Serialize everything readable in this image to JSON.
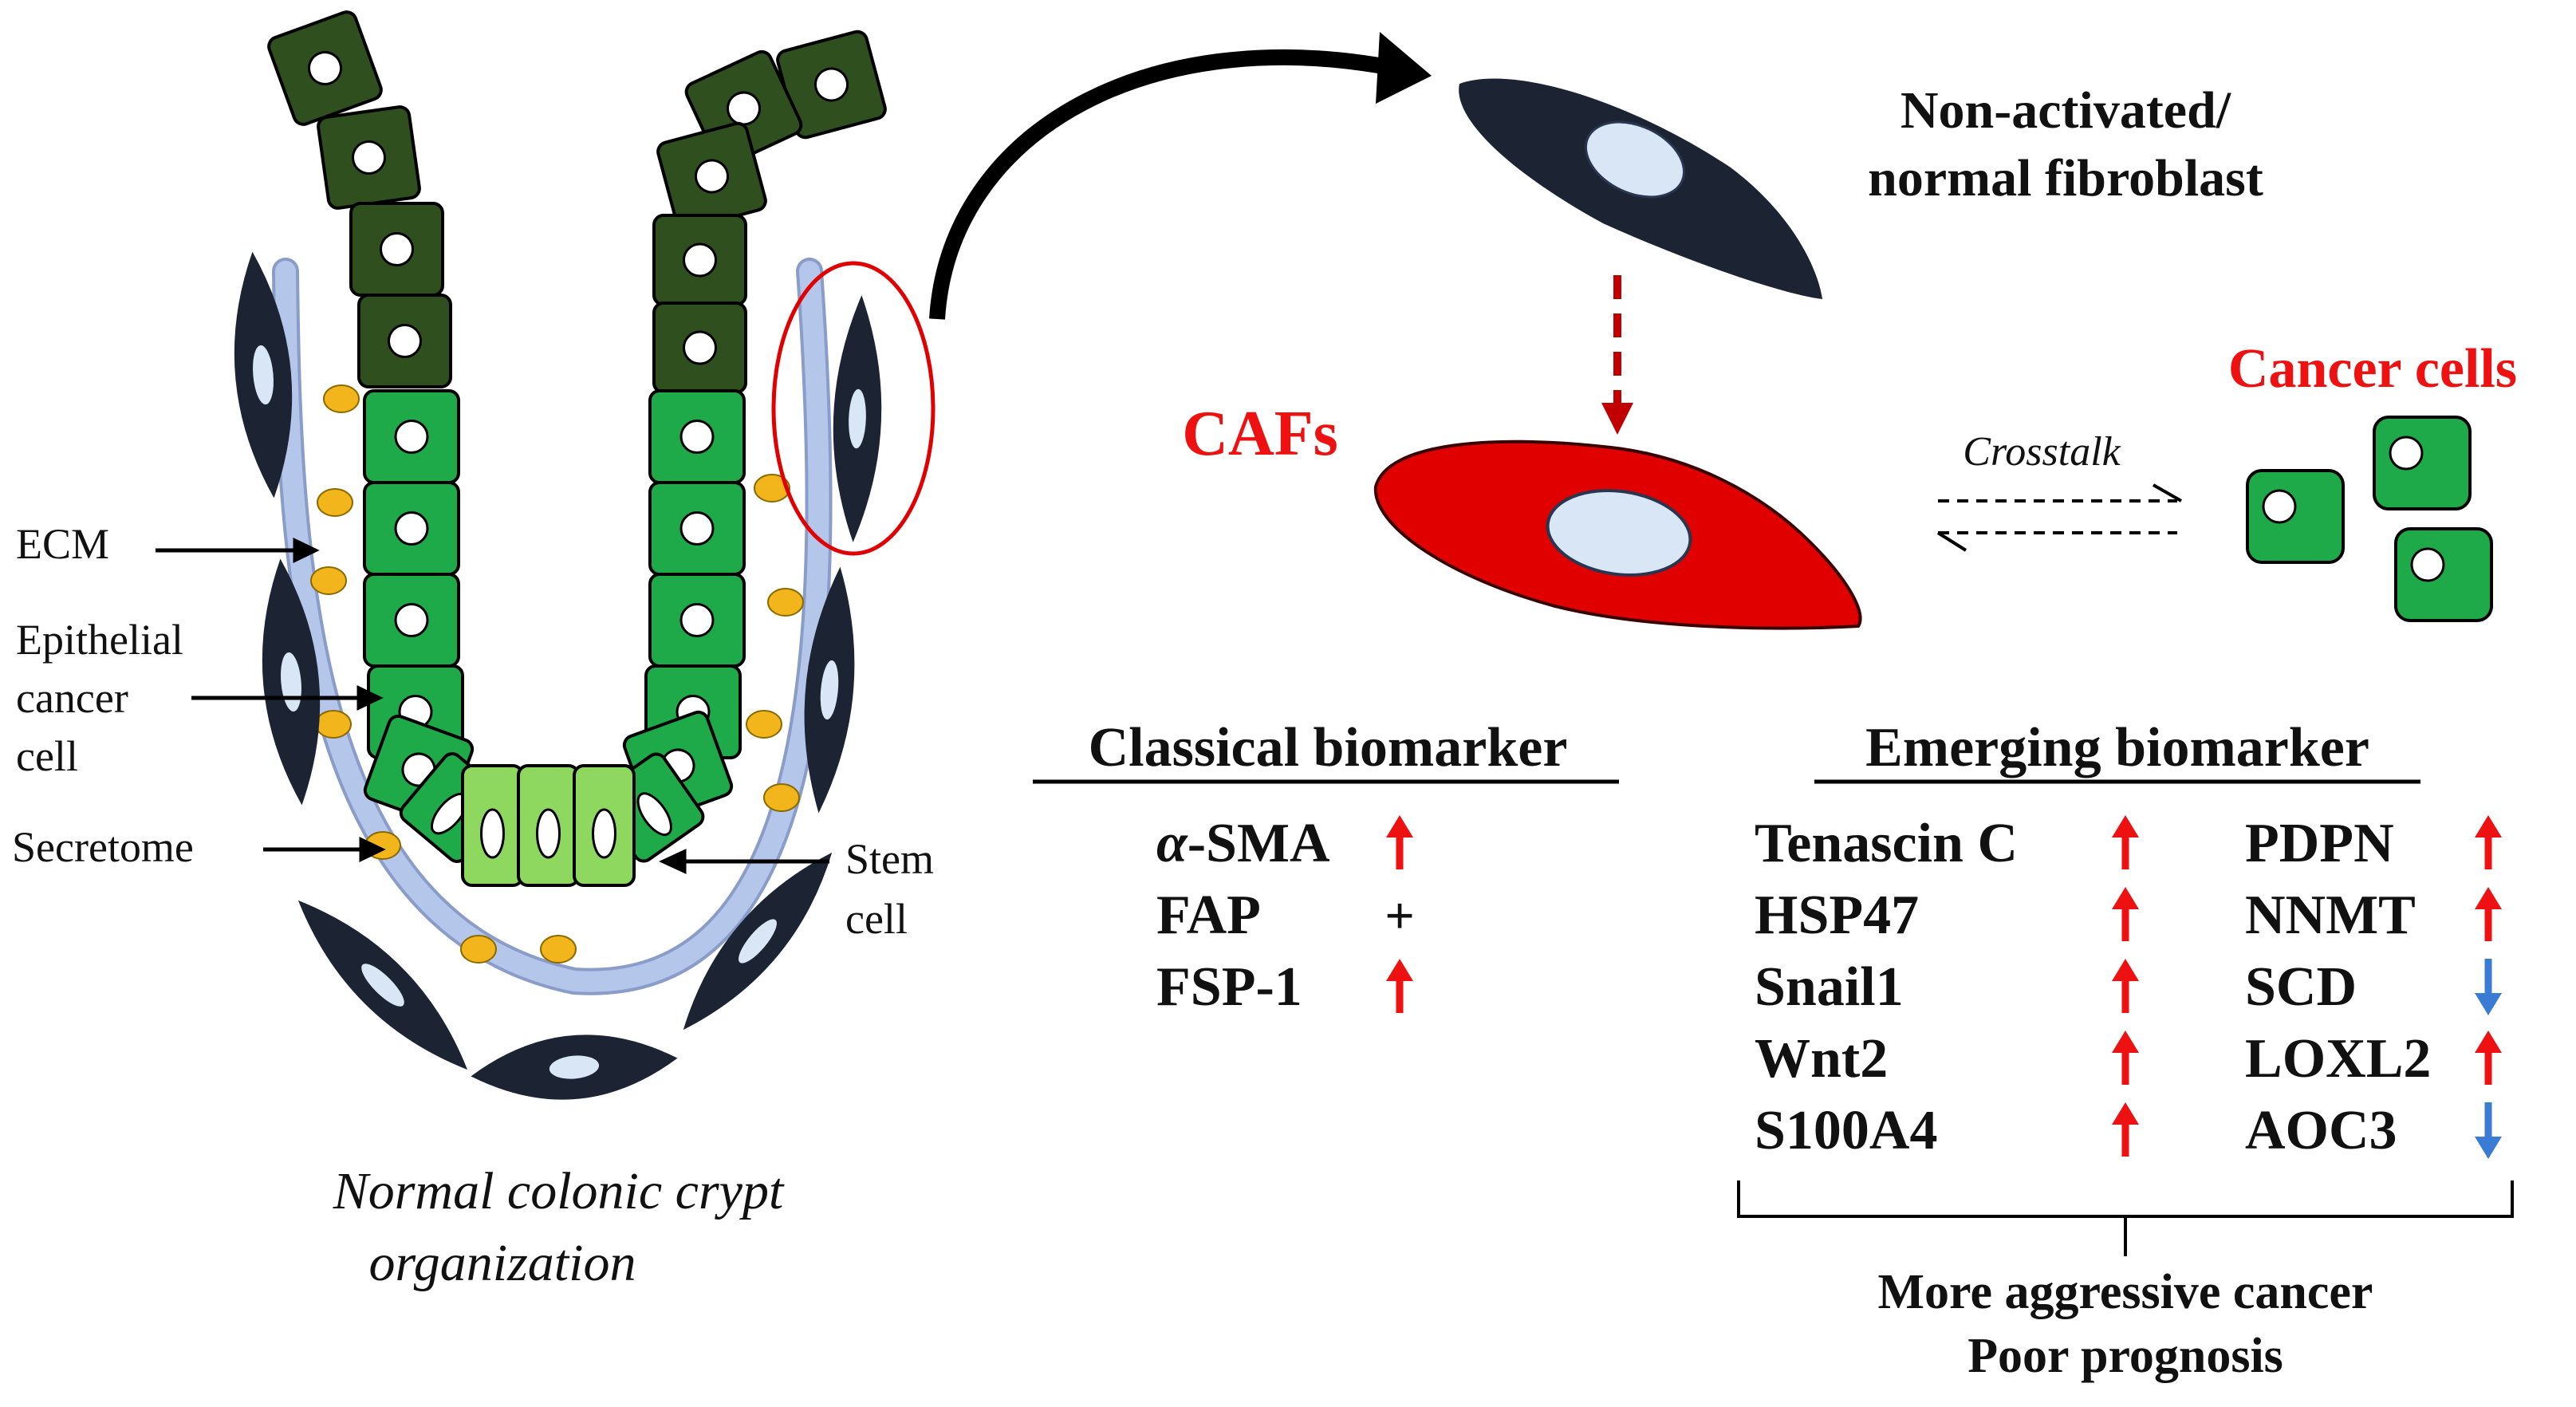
{
  "colors": {
    "dark_cell": "#2f4f1f",
    "mid_cell": "#1faa4a",
    "stem_cell": "#8fd860",
    "ecm": "#b4c6ea",
    "fibroblast": "#1c2433",
    "nucleus": "#d8e6f5",
    "secretome": "#f2b51c",
    "caf": "#e00000",
    "up_arrow": "#ee1111",
    "down_arrow": "#3a7bd5"
  },
  "crypt": {
    "labels": {
      "ecm": "ECM",
      "epithelial": [
        "Epithelial",
        "cancer",
        "cell"
      ],
      "secretome": "Secretome",
      "stem": [
        "Stem",
        "cell"
      ]
    },
    "caption": [
      "Normal colonic crypt",
      "organization"
    ]
  },
  "fibroblast": {
    "label": [
      "Non-activated/",
      "normal fibroblast"
    ]
  },
  "caf": {
    "label": "CAFs"
  },
  "cancer": {
    "label": "Cancer cells",
    "crosstalk": "Crosstalk"
  },
  "classical": {
    "title": "Classical  biomarker",
    "items": [
      {
        "prefix": "α",
        "name": "-SMA",
        "mark": "up",
        "icon": "up-arrow-icon"
      },
      {
        "prefix": "",
        "name": "FAP",
        "mark": "+",
        "icon": ""
      },
      {
        "prefix": "",
        "name": "FSP-1",
        "mark": "up",
        "icon": "up-arrow-icon"
      }
    ]
  },
  "emerging": {
    "title": "Emerging biomarker",
    "left": [
      {
        "name": "Tenascin C",
        "mark": "up",
        "icon": "up-arrow-icon"
      },
      {
        "name": "HSP47",
        "mark": "up",
        "icon": "up-arrow-icon"
      },
      {
        "name": "Snail1",
        "mark": "up",
        "icon": "up-arrow-icon"
      },
      {
        "name": "Wnt2",
        "mark": "up",
        "icon": "up-arrow-icon"
      },
      {
        "name": "S100A4",
        "mark": "up",
        "icon": "up-arrow-icon"
      }
    ],
    "right": [
      {
        "name": "PDPN",
        "mark": "up",
        "icon": "up-arrow-icon"
      },
      {
        "name": "NNMT",
        "mark": "up",
        "icon": "up-arrow-icon"
      },
      {
        "name": "SCD",
        "mark": "down",
        "icon": "down-arrow-icon"
      },
      {
        "name": "LOXL2",
        "mark": "up",
        "icon": "up-arrow-icon"
      },
      {
        "name": "AOC3",
        "mark": "down",
        "icon": "down-arrow-icon"
      }
    ],
    "outcome": [
      "More aggressive cancer",
      "Poor prognosis"
    ]
  }
}
